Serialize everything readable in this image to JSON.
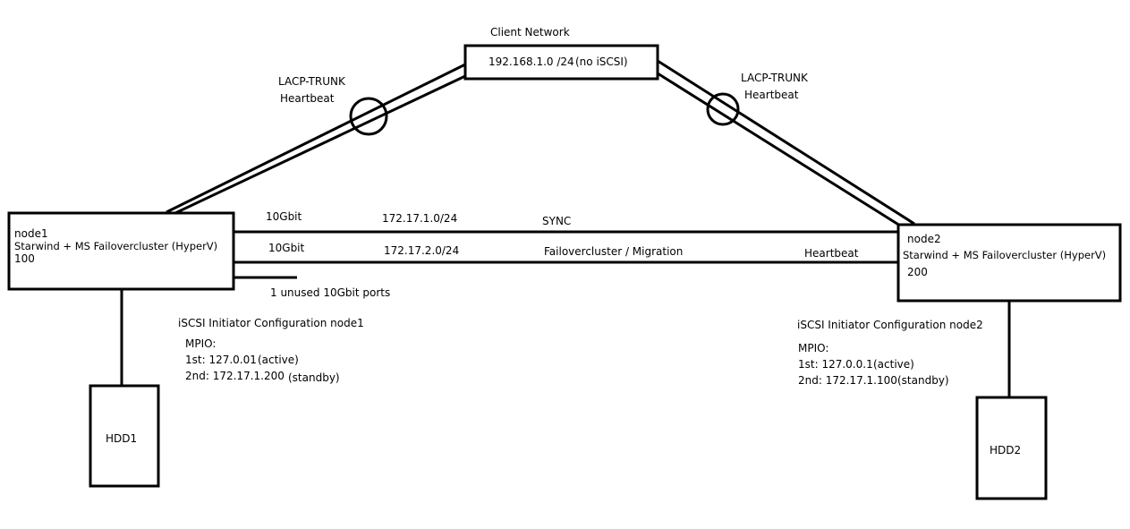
{
  "client_network": {
    "title": "Client Network",
    "subnet": "192.168.1.0 /24",
    "note": "(no iSCSI)"
  },
  "left_trunk": {
    "line1": "LACP-TRUNK",
    "line2": "Heartbeat"
  },
  "right_trunk": {
    "line1": "LACP-TRUNK",
    "line2": "Heartbeat"
  },
  "node1": {
    "name": "node1",
    "description": "Starwind + MS Failovercluster (HyperV)",
    "id": "100"
  },
  "node2": {
    "name": "node2",
    "description": "Starwind + MS Failovercluster (HyperV)",
    "id": "200"
  },
  "links": {
    "sync": {
      "speed": "10Gbit",
      "subnet": "172.17.1.0/24",
      "purpose": "SYNC"
    },
    "migration": {
      "speed": "10Gbit",
      "subnet": "172.17.2.0/24",
      "purpose": "Failovercluster / Migration",
      "extra": "Heartbeat"
    },
    "unused": "1 unused 10Gbit ports"
  },
  "iscsi_node1": {
    "title": "iSCSI Initiator Configuration node1",
    "mpio": "MPIO:",
    "first": "1st: 127.0.01",
    "first_state": "(active)",
    "second": "2nd: 172.17.1.200",
    "second_state": "(standby)"
  },
  "iscsi_node2": {
    "title": "iSCSI Initiator Configuration node2",
    "mpio": "MPIO:",
    "first": "1st: 127.0.0.1",
    "first_state": "(active)",
    "second": "2nd: 172.17.1.100",
    "second_state": "(standby)"
  },
  "hdd1": {
    "label": "HDD1"
  },
  "hdd2": {
    "label": "HDD2"
  }
}
